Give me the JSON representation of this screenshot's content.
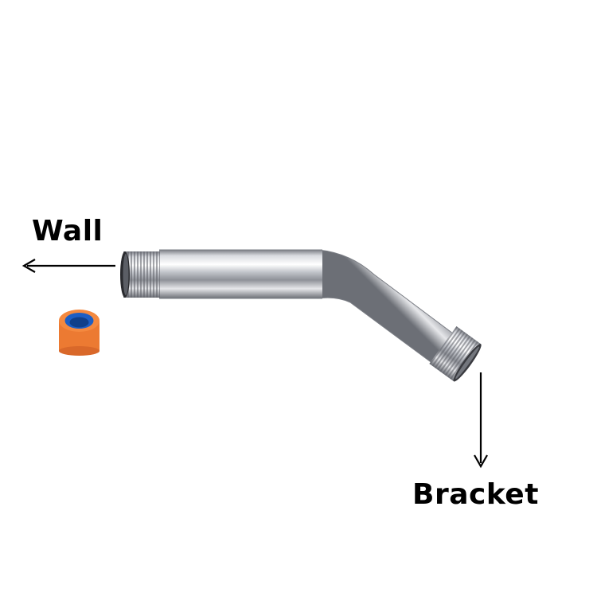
{
  "labels": {
    "wall": "Wall",
    "bracket": "Bracket"
  },
  "colors": {
    "arrow": "#000000",
    "chrome_light": "#f4f4f6",
    "chrome_mid": "#c9cbd0",
    "chrome_dark": "#6e7178",
    "tape_outer": "#f07a2c",
    "tape_inner": "#1e63c8"
  },
  "icons": {
    "wall_arrow": "arrow-left-icon",
    "bracket_arrow": "arrow-down-icon",
    "pipe": "shower-arm-pipe",
    "tape": "ptfe-tape-roll"
  }
}
